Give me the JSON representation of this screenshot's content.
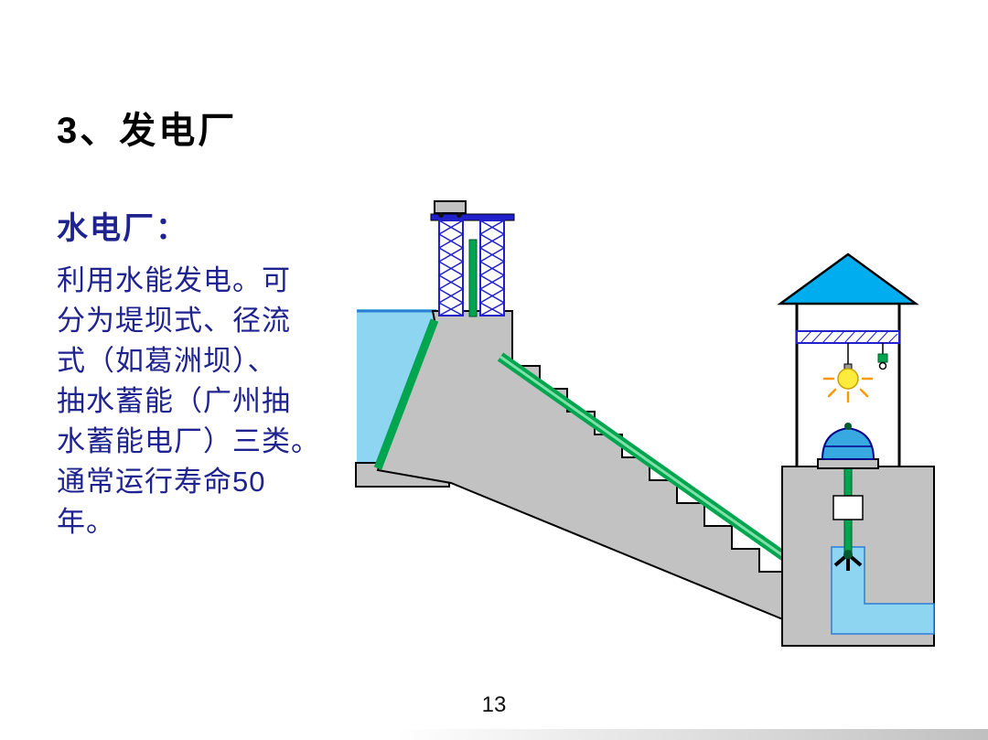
{
  "slide": {
    "title": "3、发电厂",
    "section_heading": "水电厂：",
    "body_lines": [
      "利用水能发电。可",
      "分为堤坝式、径流",
      "式（如葛洲坝）、",
      "抽水蓄能（广州抽",
      "水蓄能电厂）三类。",
      "通常运行寿命50",
      "年。"
    ],
    "page_number": "13"
  },
  "diagram": {
    "description": "hydroelectric dam cross-section schematic",
    "parts": [
      "reservoir-water",
      "dam-upstream-face",
      "intake-gate-towers",
      "stepped-dam-body",
      "penstock-pipe",
      "powerhouse-building",
      "crane-beam",
      "light-bulb",
      "generator-unit",
      "turbine-runner",
      "draft-tube-tailrace"
    ]
  },
  "colors": {
    "title_text": "#000000",
    "body_text": "#1f238f",
    "water": "#8ed5f2",
    "water_edge": "#2b7fd4",
    "concrete": "#c2c2c2",
    "lattice_blue": "#2121cc",
    "penstock": "#00a550",
    "penstock_light": "#7fe0a8",
    "dark_green": "#005a30",
    "roof": "#00aeef",
    "bulb": "#ffeb3b",
    "bulb_ray": "#ff9800",
    "generator": "#37a8e0",
    "outline": "#000000"
  }
}
